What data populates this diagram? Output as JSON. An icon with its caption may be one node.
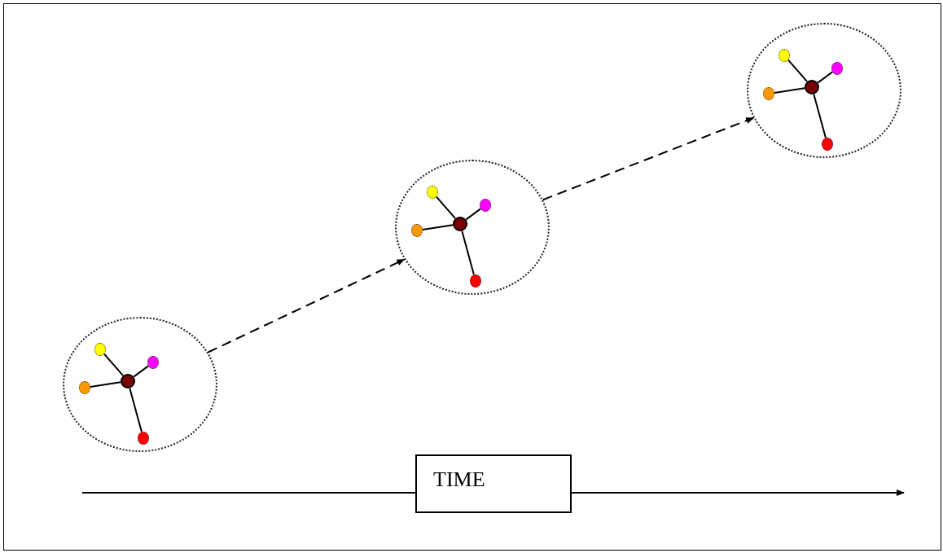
{
  "diagram": {
    "nodes": [
      {
        "text": [],
        "shape": "circle"
      },
      {
        "text": [],
        "shape": "circle",
        "in": 0
      },
      {
        "text": [],
        "shape": "circle",
        "in": 0
      },
      {
        "text": [],
        "shape": "circle",
        "in": 0
      },
      {
        "text": [],
        "shape": "circle",
        "in": 0
      },
      {
        "text": [],
        "shape": "circle",
        "in": 0
      },
      {
        "text": [],
        "shape": "circle"
      },
      {
        "text": [],
        "shape": "circle",
        "in": 6
      },
      {
        "text": [],
        "shape": "circle",
        "in": 6
      },
      {
        "text": [],
        "shape": "circle",
        "in": 6
      },
      {
        "text": [],
        "shape": "circle",
        "in": 6
      },
      {
        "text": [],
        "shape": "circle",
        "in": 6
      },
      {
        "text": [],
        "shape": "circle"
      },
      {
        "text": [],
        "shape": "circle",
        "in": 12
      },
      {
        "text": [],
        "shape": "circle",
        "in": 12
      },
      {
        "text": [],
        "shape": "circle",
        "in": 12
      },
      {
        "text": [],
        "shape": "circle",
        "in": 12
      },
      {
        "text": [],
        "shape": "circle",
        "in": 12
      },
      {
        "text": [
          "TIME"
        ]
      }
    ],
    "edges": [
      {
        "from": 1,
        "to": 2,
        "arrow": "none"
      },
      {
        "from": 1,
        "to": 3,
        "arrow": "none"
      },
      {
        "from": 1,
        "to": 4,
        "arrow": "none"
      },
      {
        "from": 1,
        "to": 5,
        "arrow": "none"
      },
      {
        "from": 7,
        "to": 8,
        "arrow": "none"
      },
      {
        "from": 7,
        "to": 9,
        "arrow": "none"
      },
      {
        "from": 7,
        "to": 10,
        "arrow": "none"
      },
      {
        "from": 7,
        "to": 11,
        "arrow": "none"
      },
      {
        "from": 13,
        "to": 14,
        "arrow": "none"
      },
      {
        "from": 13,
        "to": 15,
        "arrow": "none"
      },
      {
        "from": 13,
        "to": 16,
        "arrow": "none"
      },
      {
        "from": 13,
        "to": 17,
        "arrow": "none"
      },
      {
        "from": 0,
        "to": 6,
        "arrow": "to",
        "style": "dashed"
      },
      {
        "from": 6,
        "to": 12,
        "arrow": "to",
        "style": "dashed"
      },
      {
        "from": null,
        "to": 18,
        "arrow": "none"
      },
      {
        "from": 18,
        "to": null,
        "arrow": "to"
      }
    ]
  }
}
